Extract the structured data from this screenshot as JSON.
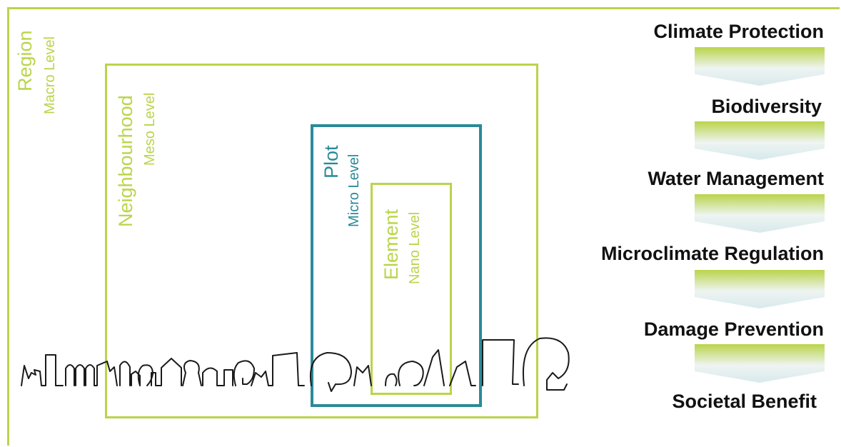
{
  "levels": {
    "region": {
      "title": "Region",
      "subtitle": "Macro Level"
    },
    "neighbourhood": {
      "title": "Neighbourhood",
      "subtitle": "Meso Level"
    },
    "plot": {
      "title": "Plot",
      "subtitle": "Micro Level"
    },
    "element": {
      "title": "Element",
      "subtitle": "Nano Level"
    }
  },
  "benefits": [
    "Climate Protection",
    "Biodiversity",
    "Water Management",
    "Microclimate Regulation",
    "Damage Prevention",
    "Societal Benefit"
  ],
  "colors": {
    "green": "#bad44a",
    "teal": "#2a8a98",
    "text": "#111111"
  },
  "icons": {
    "skyline": "city-skyline-sketch",
    "arrow": "chevron-down-arrow"
  }
}
